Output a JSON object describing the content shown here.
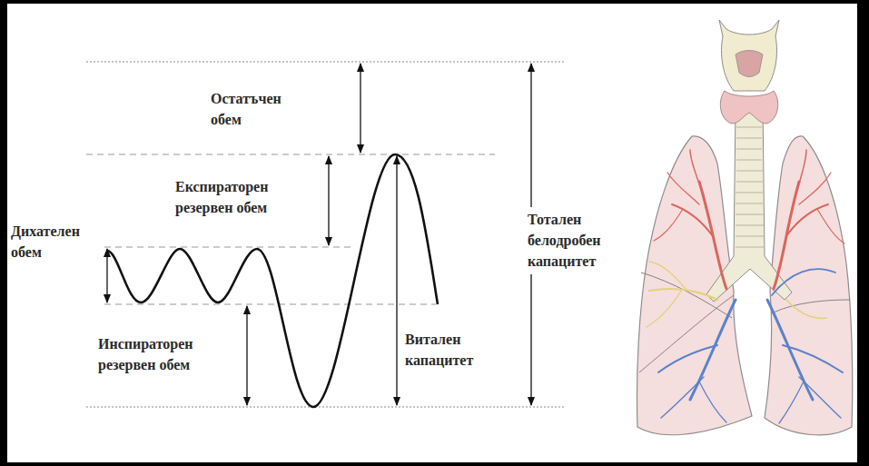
{
  "diagram": {
    "labels": [
      "Остатъчен обем",
      "Експираторен резервен обем",
      "Дихателен обем",
      "Инспираторен резервен обем",
      "Витален капацитет",
      "Тотален белодробен капацитет"
    ]
  }
}
